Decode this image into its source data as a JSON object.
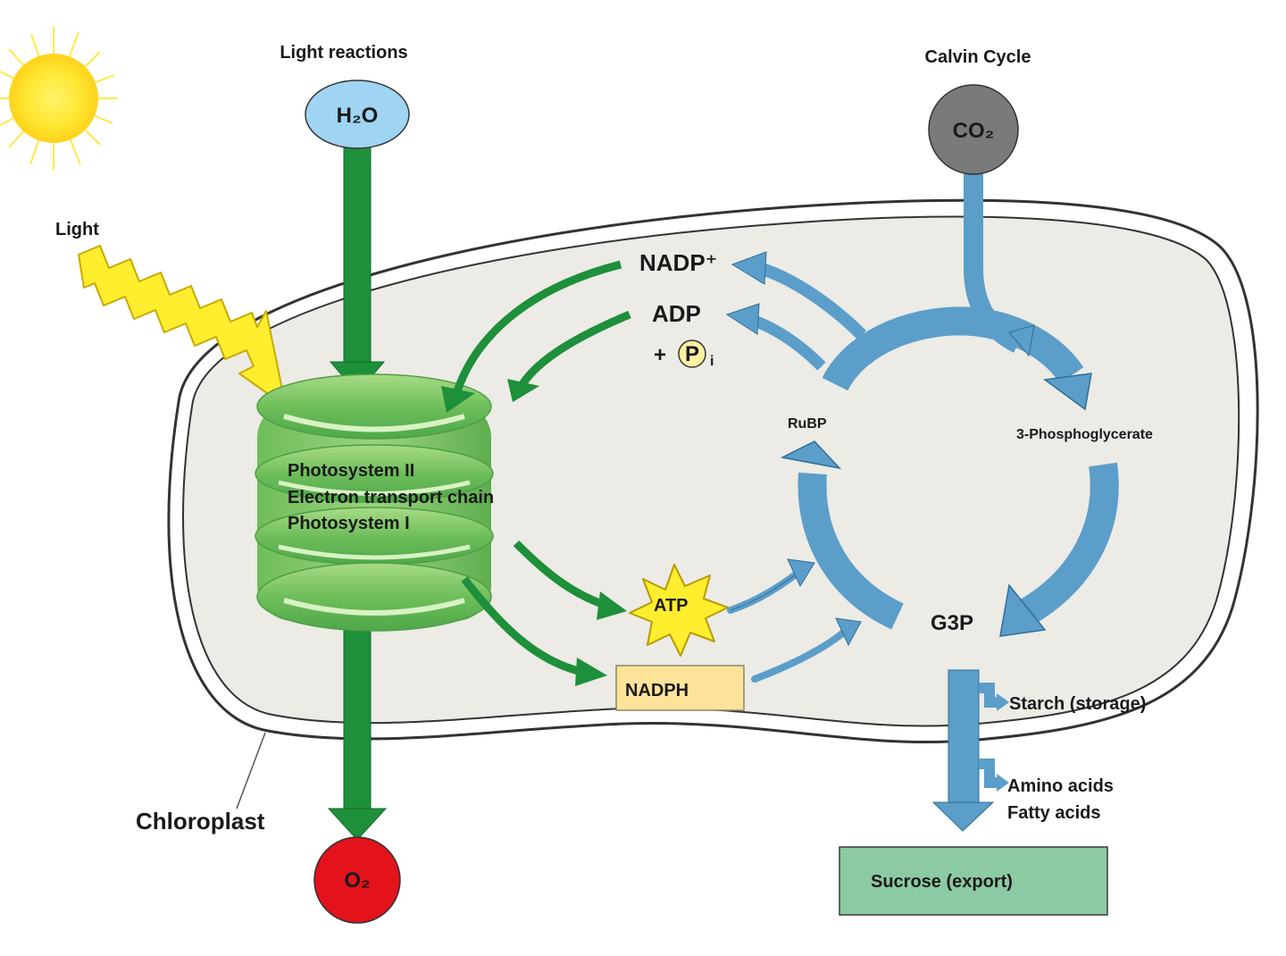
{
  "titles": {
    "light_reactions": "Light reactions",
    "calvin_cycle": "Calvin Cycle"
  },
  "molecules": {
    "h2o": "H₂O",
    "co2": "CO₂",
    "o2": "O₂",
    "nadp_plus": "NADP⁺",
    "adp": "ADP",
    "pi_plus": "+",
    "pi_symbol": "P",
    "pi_sub": "i",
    "atp": "ATP",
    "nadph": "NADPH",
    "rubp": "RuBP",
    "three_pg": "3-Phosphoglycerate",
    "g3p": "G3P"
  },
  "thylakoid": {
    "line1": "Photosystem II",
    "line2": "Electron transport chain",
    "line3": "Photosystem I"
  },
  "products": {
    "starch": "Starch (storage)",
    "amino": "Amino acids",
    "fatty": "Fatty acids",
    "sucrose": "Sucrose (export)"
  },
  "labels": {
    "light": "Light",
    "chloroplast": "Chloroplast"
  },
  "colors": {
    "green_arrow": "#1e8f3a",
    "blue_arrow": "#5b9ec9",
    "stroma": "#ecebe6",
    "h2o_fill": "#9fd4f2",
    "co2_fill": "#7a7a7a",
    "o2_fill": "#e3121b",
    "sun": "#ffe733",
    "atp_fill": "#ffee2e",
    "nadph_fill": "#fde39a",
    "sucrose_fill": "#8ccaa3"
  }
}
